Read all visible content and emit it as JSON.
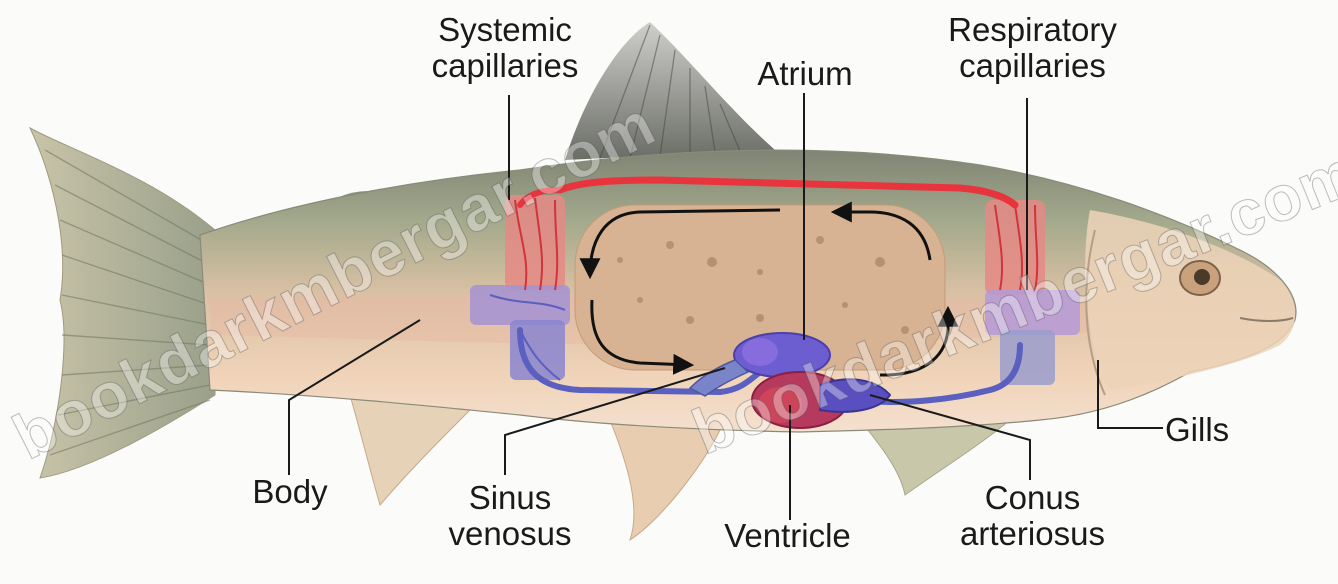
{
  "labels": {
    "systemic_capillaries": [
      "Systemic",
      "capillaries"
    ],
    "atrium": "Atrium",
    "respiratory_capillaries": [
      "Respiratory",
      "capillaries"
    ],
    "body": "Body",
    "sinus_venosus": [
      "Sinus",
      "venosus"
    ],
    "ventricle": "Ventricle",
    "conus_arteriosus": [
      "Conus",
      "arteriosus"
    ],
    "gills": "Gills"
  },
  "watermark": {
    "left": "bookdarkmbergar.com",
    "right": "bookdarkmbergar.com"
  },
  "colors": {
    "oxygenated_blood": "#e8343c",
    "deoxygenated_blood": "#5a5fc0",
    "fish_back": "#8a8f7a",
    "fish_belly": "#efc9a8",
    "gut_area": "#d9b391",
    "leader_line": "#1a1a1a",
    "flow_arrow": "#111111"
  }
}
